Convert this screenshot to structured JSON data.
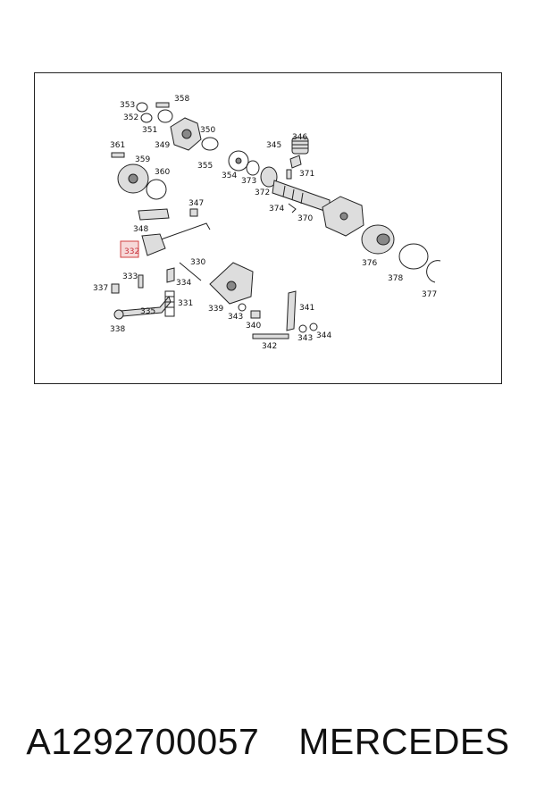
{
  "diagram": {
    "highlighted_label": "332",
    "labels": [
      "353",
      "358",
      "352",
      "351",
      "350",
      "349",
      "346",
      "345",
      "361",
      "359",
      "355",
      "354",
      "373",
      "371",
      "360",
      "372",
      "347",
      "374",
      "370",
      "348",
      "376",
      "378",
      "330",
      "377",
      "333",
      "334",
      "337",
      "331",
      "335",
      "339",
      "341",
      "343",
      "340",
      "338",
      "343",
      "344",
      "342"
    ]
  },
  "footer": {
    "part_number": "A1292700057",
    "brand": "MERCEDES"
  }
}
